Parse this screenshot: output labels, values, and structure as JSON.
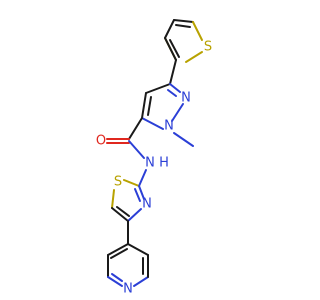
{
  "molecule": {
    "atoms": {
      "thiophene_s": "S",
      "pyrazole_n1": "N",
      "pyrazole_n2": "N",
      "amide_o": "O",
      "amide_n": "N",
      "amide_h": "H",
      "thiazole_s": "S",
      "thiazole_n": "N",
      "pyridine_n": "N"
    },
    "colors": {
      "bond": "#1a1a1a",
      "oxygen": "#e0281f",
      "nitrogen": "#2b3fd6",
      "sulfur": "#b8a200"
    }
  }
}
